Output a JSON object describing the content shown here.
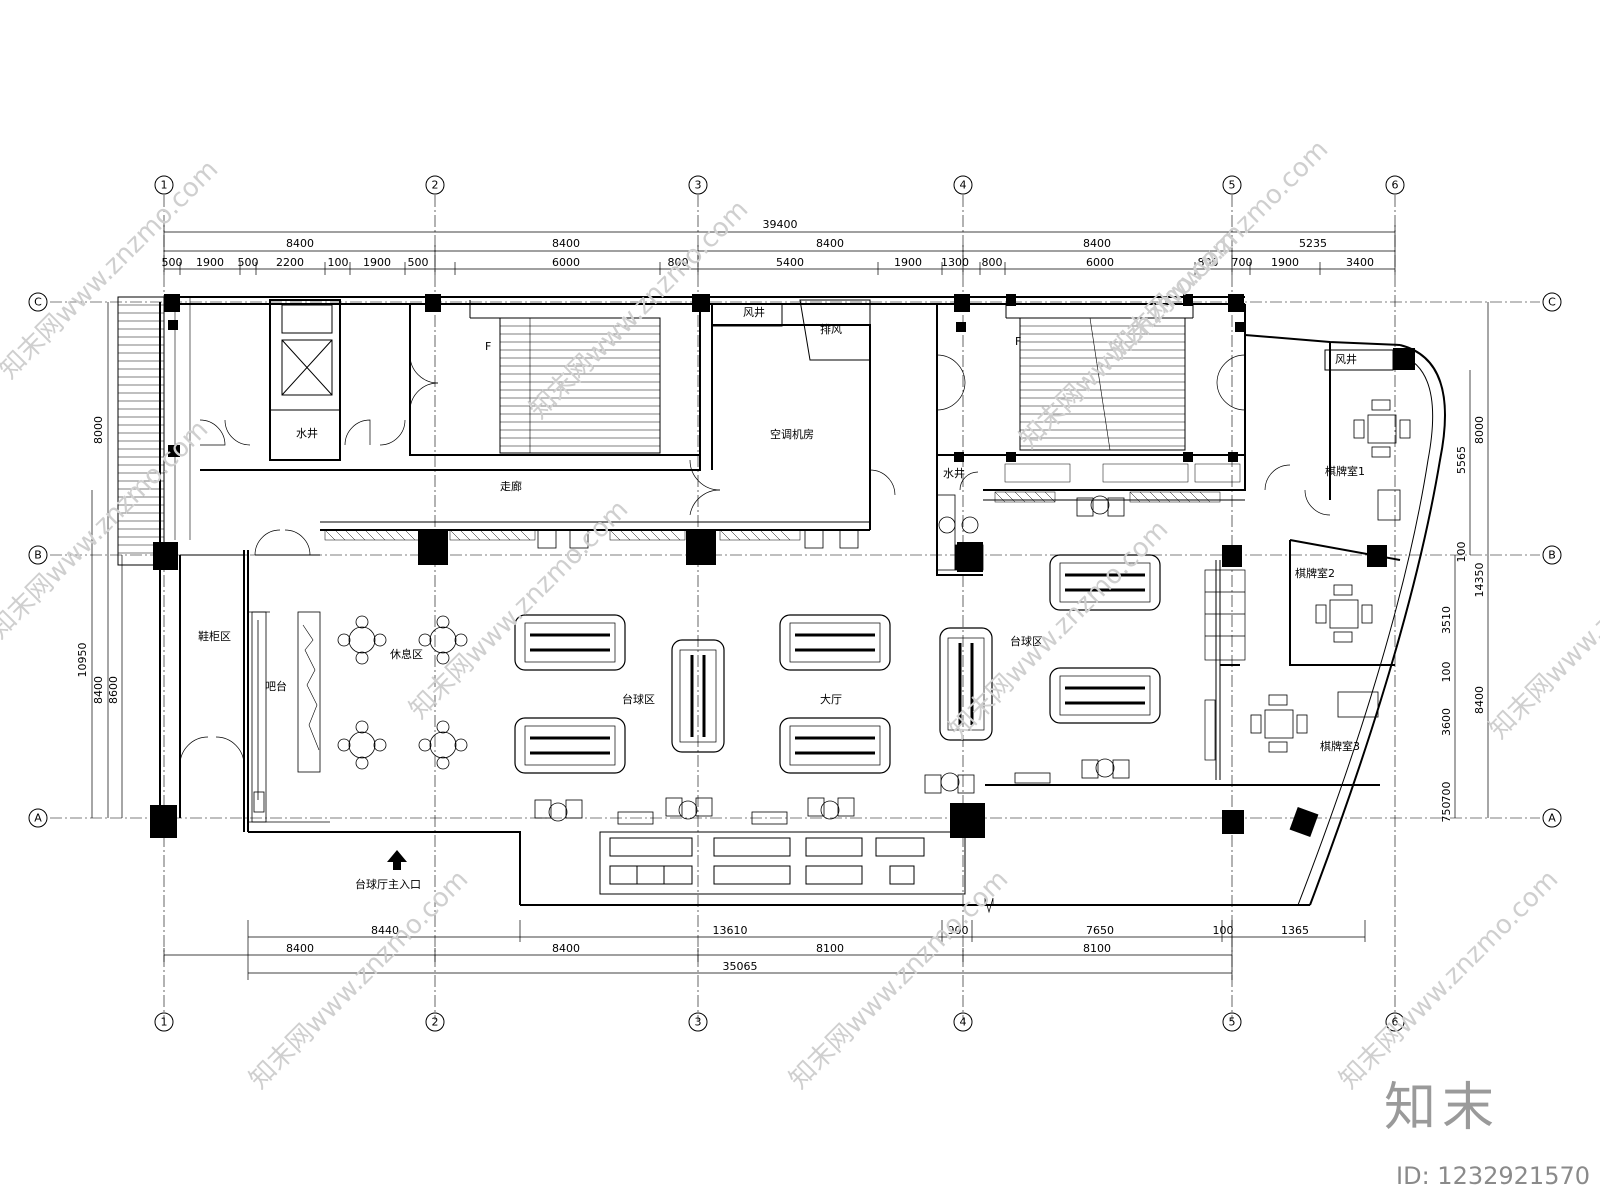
{
  "grid": {
    "columns": [
      "1",
      "2",
      "3",
      "4",
      "5",
      "6"
    ],
    "rows": [
      "C",
      "B",
      "A"
    ]
  },
  "dims": {
    "top_total": "39400",
    "top_bays": [
      "8400",
      "8400",
      "8400",
      "8400",
      "5235"
    ],
    "top_sub": [
      "500",
      "1900",
      "500",
      "2200",
      "100",
      "1900",
      "500",
      "6000",
      "800",
      "5400",
      "1900",
      "1300",
      "800",
      "6000",
      "800",
      "700",
      "1900",
      "3400"
    ],
    "bottom_upper": [
      "8440",
      "13610",
      "900",
      "7650",
      "100",
      "1365"
    ],
    "bottom_bays": [
      "8400",
      "8400",
      "8100",
      "8100"
    ],
    "bottom_total": "35065",
    "left": [
      "8000",
      "10950",
      "8400",
      "8600"
    ],
    "right": [
      "5565",
      "8000",
      "100",
      "14350",
      "3510",
      "8400",
      "100",
      "3600",
      "700",
      "750"
    ]
  },
  "rooms": {
    "dome": "F",
    "exhaust": "排风",
    "machine_room": "空调机房",
    "corridor": "走廊",
    "rest_area": "休息区",
    "billiard_area_left": "台球区",
    "billiard_area_right": "台球区",
    "hall": "大厅",
    "cashier": "吧台",
    "shoe_area": "鞋柜区",
    "chess_room_1": "棋牌室1",
    "chess_room_2": "棋牌室2",
    "chess_room_3": "棋牌室3",
    "entrance": "台球厅主入口",
    "water": "水井",
    "wind": "风井"
  },
  "watermark": {
    "text": "知末网www.znzmo.com",
    "brand": "知末",
    "id": "ID: 1232921570"
  }
}
